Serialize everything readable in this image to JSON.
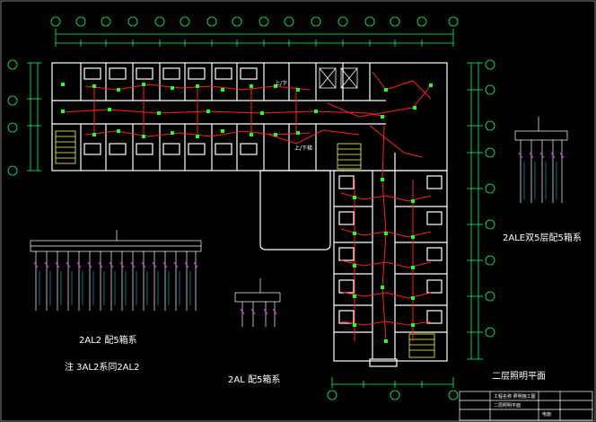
{
  "labels": {
    "floor_plan_title": "二层照明平面",
    "panel_2ale_title": "2ALE双5层配5箱系",
    "panel_2al2_title": "2AL2  配5箱系",
    "note_3al2": "注    3AL2系同2AL2",
    "panel_2al_title": "2AL  配5箱系",
    "stair_label_1": "上/下",
    "stair_label_2": "上/下梯"
  },
  "title_block": {
    "row1": "工程名称  照明施工图",
    "row2": "二层照明平面",
    "sheet": "电施"
  },
  "colors": {
    "wall": "#ffffff",
    "dim": "#00ff66",
    "wire": "#ff2020",
    "lamp": "#22ff22",
    "cyan": "#00e5ff",
    "magenta": "#ff40ff",
    "yellow": "#ffff33",
    "bg": "#000000"
  }
}
